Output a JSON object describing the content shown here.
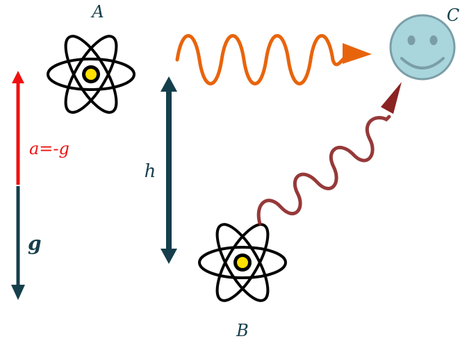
{
  "labels": {
    "atom_top": "A",
    "atom_bottom": "B",
    "observer": "C",
    "height": "h",
    "acceleration": "a=-g",
    "gravity": "g"
  },
  "colors": {
    "background": "#ffffff",
    "orange_wave": "#E8640C",
    "dark_red_wave": "#8B2323",
    "red_arrow": "#EE1111",
    "teal_arrow": "#153F4C",
    "smiley_fill": "#A9D5DC",
    "smiley_stroke": "#7B9EA6",
    "nucleus": "#FFE000",
    "atom_orbit": "#000000"
  }
}
